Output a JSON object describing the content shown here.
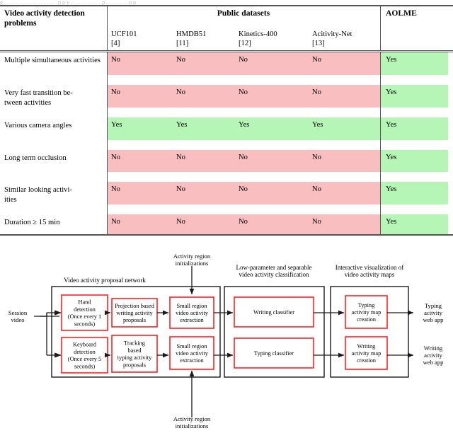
{
  "top_caption_sliver": "g  . . . . . . . . . . . . . . . . . . .  p p y . . . . . . . . . . . p . . . . . . . . p p",
  "table": {
    "header": {
      "problems_label": "Video activity detection problems",
      "public_datasets_label": "Public datasets",
      "aolme_label": "AOLME",
      "datasets": [
        {
          "name": "UCF101",
          "ref": "[4]"
        },
        {
          "name": "HMDB51",
          "ref": "[11]"
        },
        {
          "name": "Kinetics-400",
          "ref": "[12]"
        },
        {
          "name": "Acitivity-Net",
          "ref": "[13]"
        }
      ]
    },
    "rows": [
      {
        "problem": "Multiple simultaneous activities",
        "justify": true,
        "values": [
          "No",
          "No",
          "No",
          "No"
        ],
        "aolme": "Yes",
        "value_colors": [
          "no",
          "no",
          "no",
          "no"
        ],
        "aolme_color": "yes"
      },
      {
        "problem": "Very fast transition be-tween activities",
        "justify": true,
        "values": [
          "No",
          "No",
          "No",
          "No"
        ],
        "aolme": "Yes",
        "value_colors": [
          "no",
          "no",
          "no",
          "no"
        ],
        "aolme_color": "yes"
      },
      {
        "problem": "Various camera angles",
        "justify": false,
        "values": [
          "Yes",
          "Yes",
          "Yes",
          "Yes"
        ],
        "aolme": "Yes",
        "value_colors": [
          "yes",
          "yes",
          "yes",
          "yes"
        ],
        "aolme_color": "yes"
      },
      {
        "problem": "Long term occlusion",
        "justify": false,
        "values": [
          "No",
          "No",
          "No",
          "No"
        ],
        "aolme": "Yes",
        "value_colors": [
          "no",
          "no",
          "no",
          "no"
        ],
        "aolme_color": "yes"
      },
      {
        "problem": "Similar looking activi-ities",
        "justify": true,
        "values": [
          "No",
          "No",
          "No",
          "No"
        ],
        "aolme": "Yes",
        "value_colors": [
          "no",
          "no",
          "no",
          "no"
        ],
        "aolme_color": "yes"
      },
      {
        "problem": "Duration ≥ 15 min",
        "justify": false,
        "values": [
          "No",
          "No",
          "No",
          "No"
        ],
        "aolme": "Yes",
        "value_colors": [
          "no",
          "no",
          "no",
          "no"
        ],
        "aolme_color": "yes"
      }
    ],
    "colors": {
      "no": "#f9bec0",
      "yes": "#b5f5b6",
      "rule": "#545454"
    }
  },
  "diagram": {
    "group_labels": {
      "proposal": "Video activity proposal network",
      "classification": "Low-parameter and separable video activity classification",
      "visualization": "Interactive visualization of video activity maps"
    },
    "io": {
      "input": "Session video",
      "top_annotation": "Activity region initializations",
      "bottom_annotation": "Activity region initializations",
      "output_top": "Typing acitvity web app",
      "output_bottom": "Writing activity web app"
    },
    "nodes": {
      "hand_detection": "Hand detection (Once every 1 seconds)",
      "projection_proposals": "Projection based writing activity proposals",
      "small_region_top": "Small region video activity extraction",
      "keyboard_detection": "Keyboard detection (Once every 5 seconds)",
      "tracking_proposals": "Tracking based typing activity proposals",
      "small_region_bottom": "Small region video activity extraction",
      "writing_classifier": "Writing classifier",
      "typing_classifier": "Typing classifier",
      "typing_map": "Typing activity map creation",
      "writing_map": "Writing activity map creation"
    },
    "node_lines": {
      "hand_detection": [
        "Hand",
        "detection",
        "(Once every 1",
        "seconds)"
      ],
      "projection_proposals": [
        "Projection based",
        "writing activity",
        "proposals"
      ],
      "small_region_top": [
        "Small region",
        "video activity",
        "extraction"
      ],
      "keyboard_detection": [
        "Keyboard",
        "detection",
        "(Once every 5",
        "seconds)"
      ],
      "tracking_proposals": [
        "Tracking",
        "based",
        "typing activity",
        "proposals"
      ],
      "small_region_bottom": [
        "Small region",
        "video activity",
        "extraction"
      ],
      "writing_classifier": [
        "Writing classifier"
      ],
      "typing_classifier": [
        "Typing classifier"
      ],
      "typing_map": [
        "Typing",
        "activity map",
        "creation"
      ],
      "writing_map": [
        "Writing",
        "activity map",
        "creation"
      ],
      "input": [
        "Session",
        "video"
      ],
      "top_annotation": [
        "Activity region",
        "initializations"
      ],
      "bottom_annotation": [
        "Activity region",
        "initializations"
      ],
      "output_top": [
        "Typing",
        "acitvity",
        "web app"
      ],
      "output_bottom": [
        "Writing",
        "activity",
        "web app"
      ],
      "group_proposal": [
        "Video activity proposal network"
      ],
      "group_classification": [
        "Low-parameter and separable",
        "video activity classification"
      ],
      "group_visualization": [
        "Interactive visualization of",
        "video activity maps"
      ]
    },
    "colors": {
      "node_border": "#ff2020",
      "line": "#1a1a1a",
      "node_fill": "#ffffff"
    }
  }
}
